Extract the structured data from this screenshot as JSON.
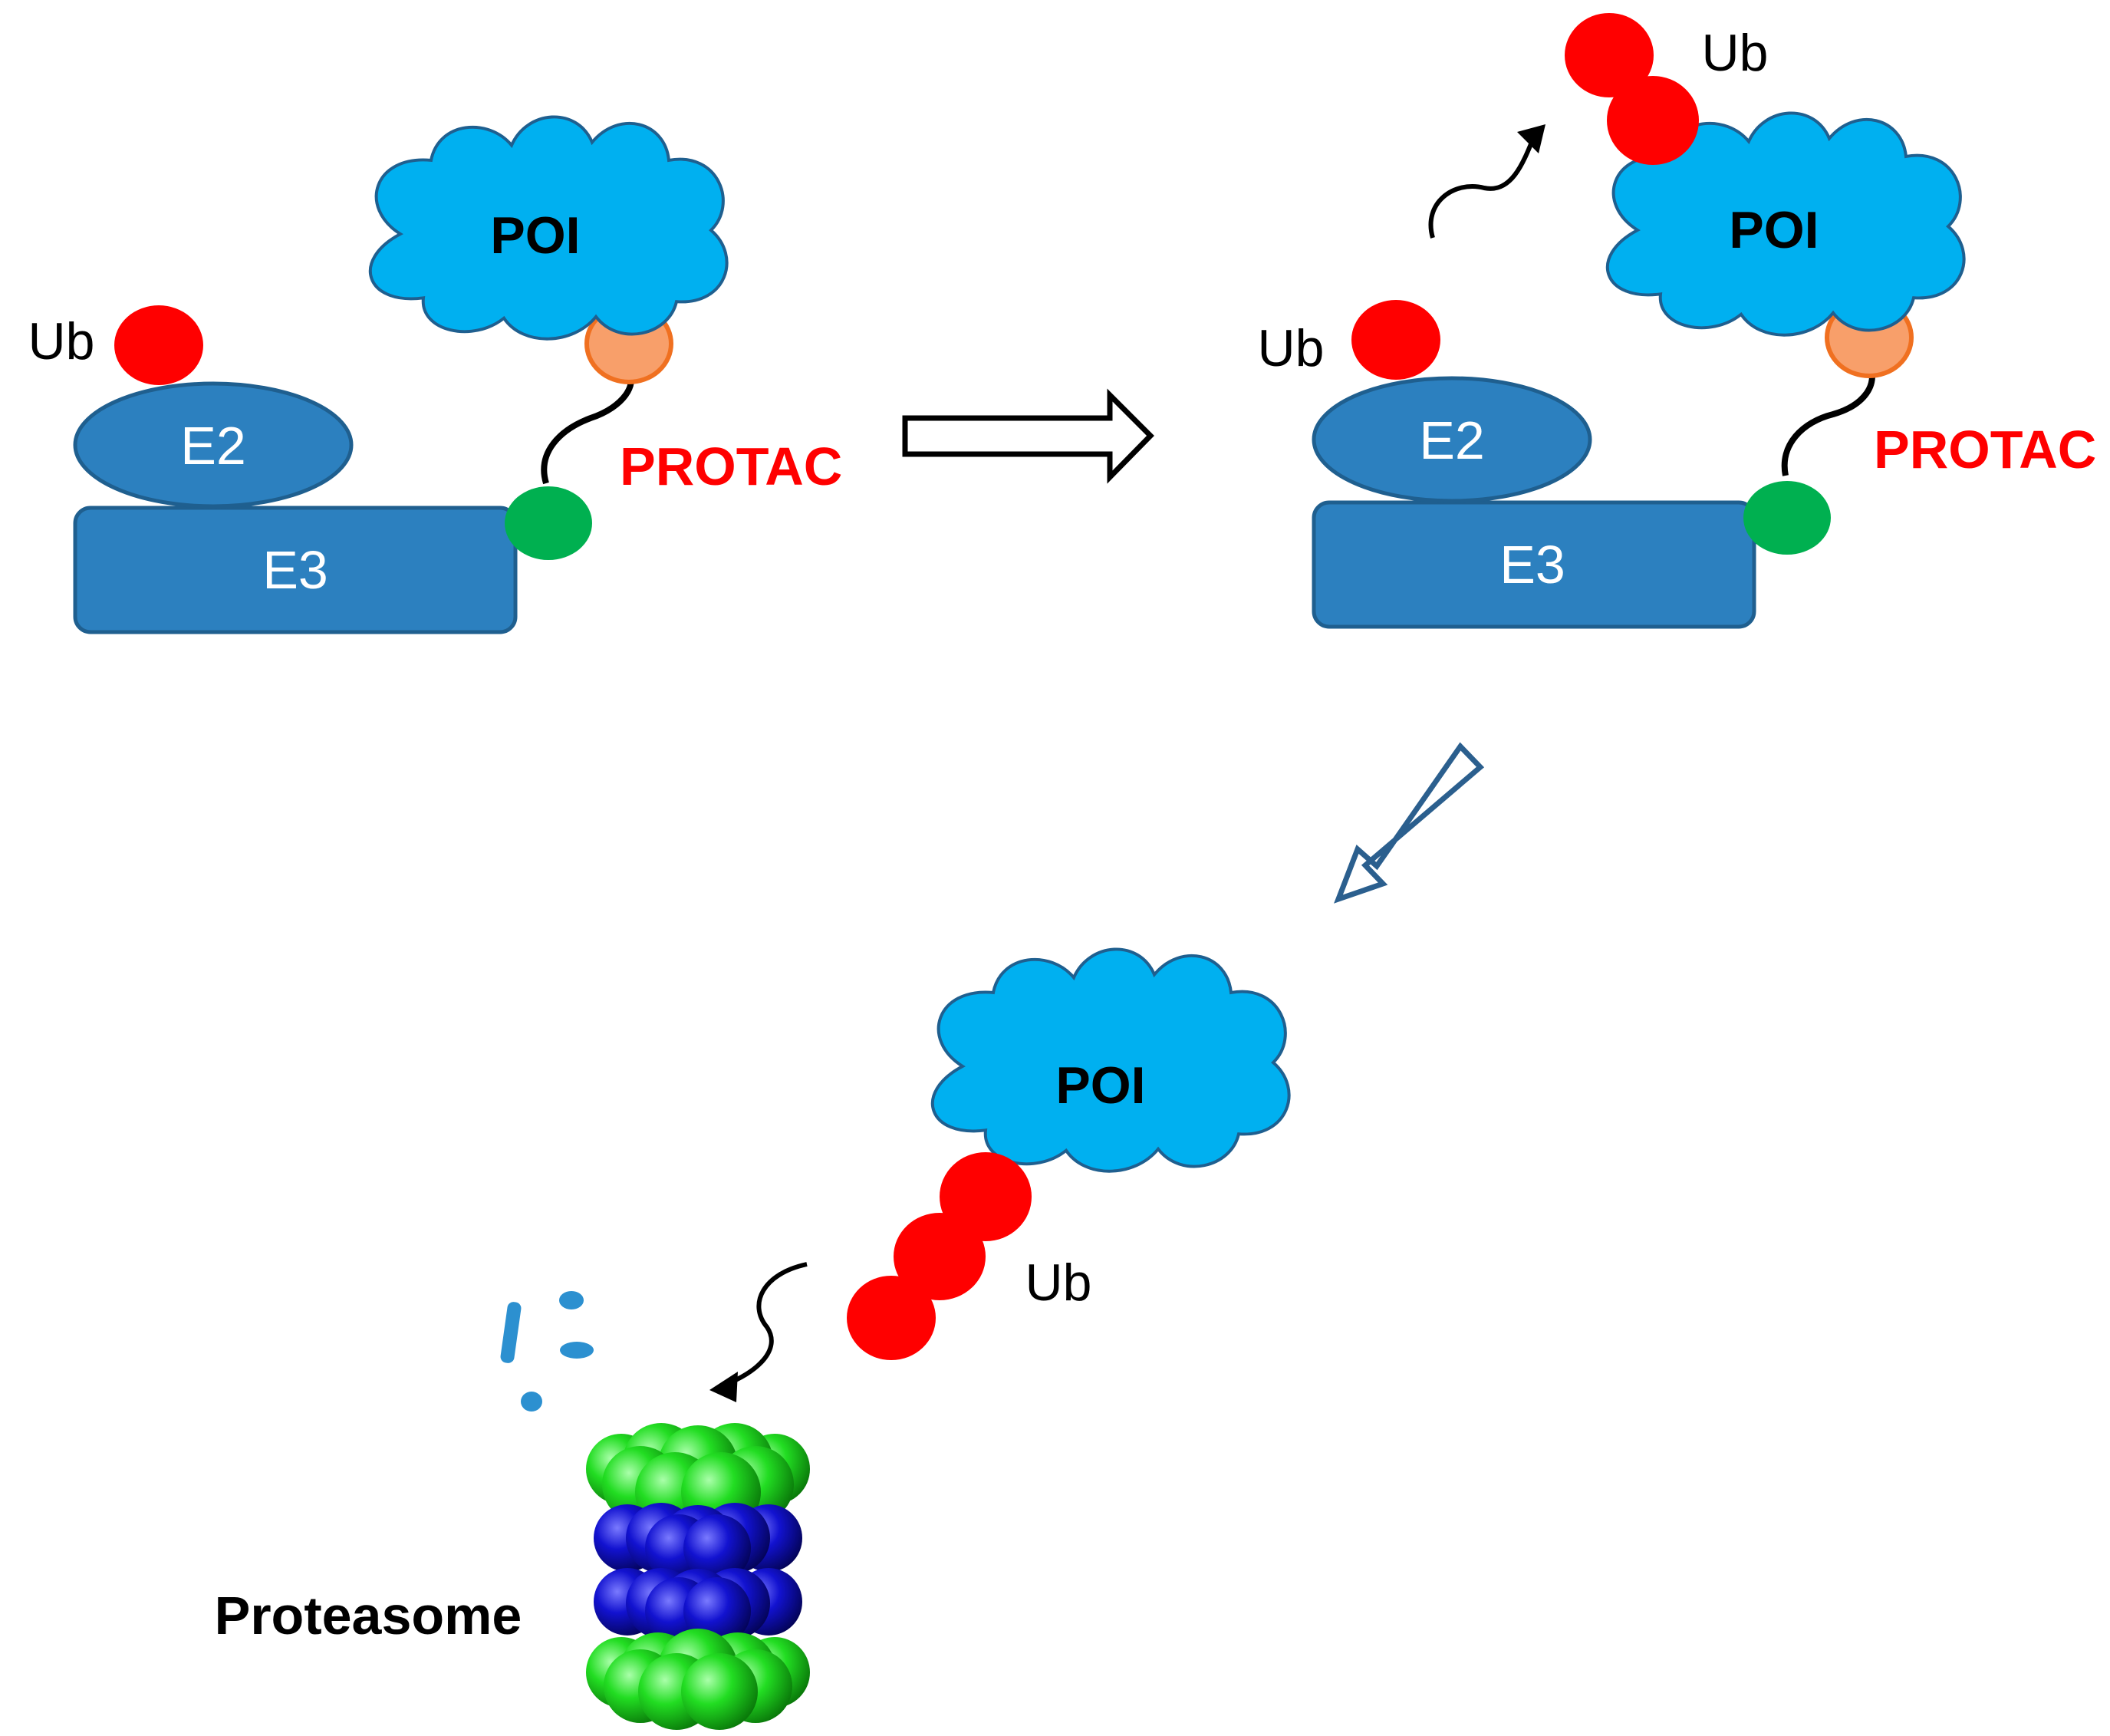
{
  "labels": {
    "ub": "Ub",
    "e2": "E2",
    "e3": "E3",
    "poi": "POI",
    "protac": "PROTAC",
    "proteasome": "Proteasome"
  },
  "colors": {
    "enzyme_fill": "#2C80BF",
    "enzyme_stroke": "#1F5F8F",
    "poi_fill": "#00B0F0",
    "poi_stroke": "#1F5F8F",
    "ub": "#FF0000",
    "e3_ligand": "#00B050",
    "poi_ligand_fill": "#F89F6A",
    "poi_ligand_stroke": "#F07020",
    "protac_label": "#FF0000",
    "proteasome_outer": "#22DD22",
    "proteasome_inner": "#1010CC",
    "fragments": "#2C90D0",
    "arrow_outline": "#000000",
    "arrow_diag_outline": "#2B5F8E"
  }
}
